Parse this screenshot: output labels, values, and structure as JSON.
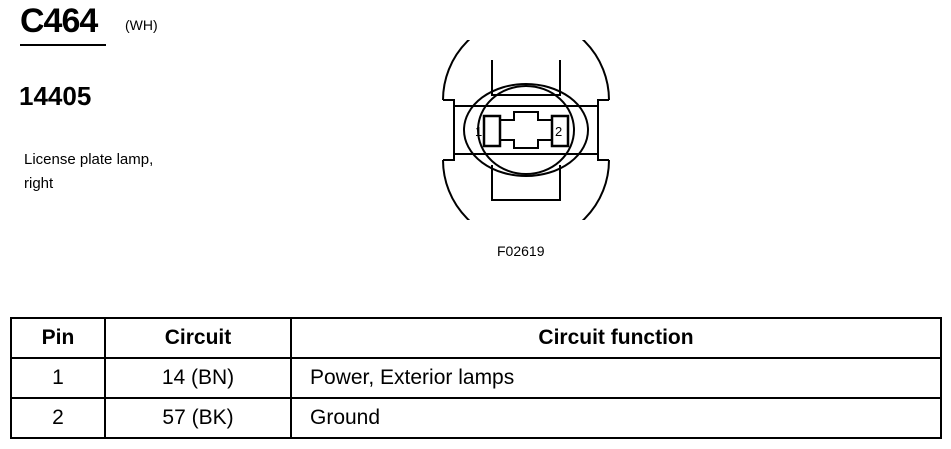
{
  "header": {
    "connector_id": "C464",
    "color_code": "(WH)",
    "part_number": "14405",
    "description_lines": [
      "License plate lamp,",
      "right"
    ]
  },
  "diagram": {
    "figure_id": "F02619",
    "pin_labels": [
      "1",
      "2"
    ]
  },
  "table": {
    "headers": [
      "Pin",
      "Circuit",
      "Circuit function"
    ],
    "rows": [
      {
        "pin": "1",
        "circuit": "14 (BN)",
        "function": "Power, Exterior lamps"
      },
      {
        "pin": "2",
        "circuit": "57 (BK)",
        "function": "Ground"
      }
    ]
  }
}
